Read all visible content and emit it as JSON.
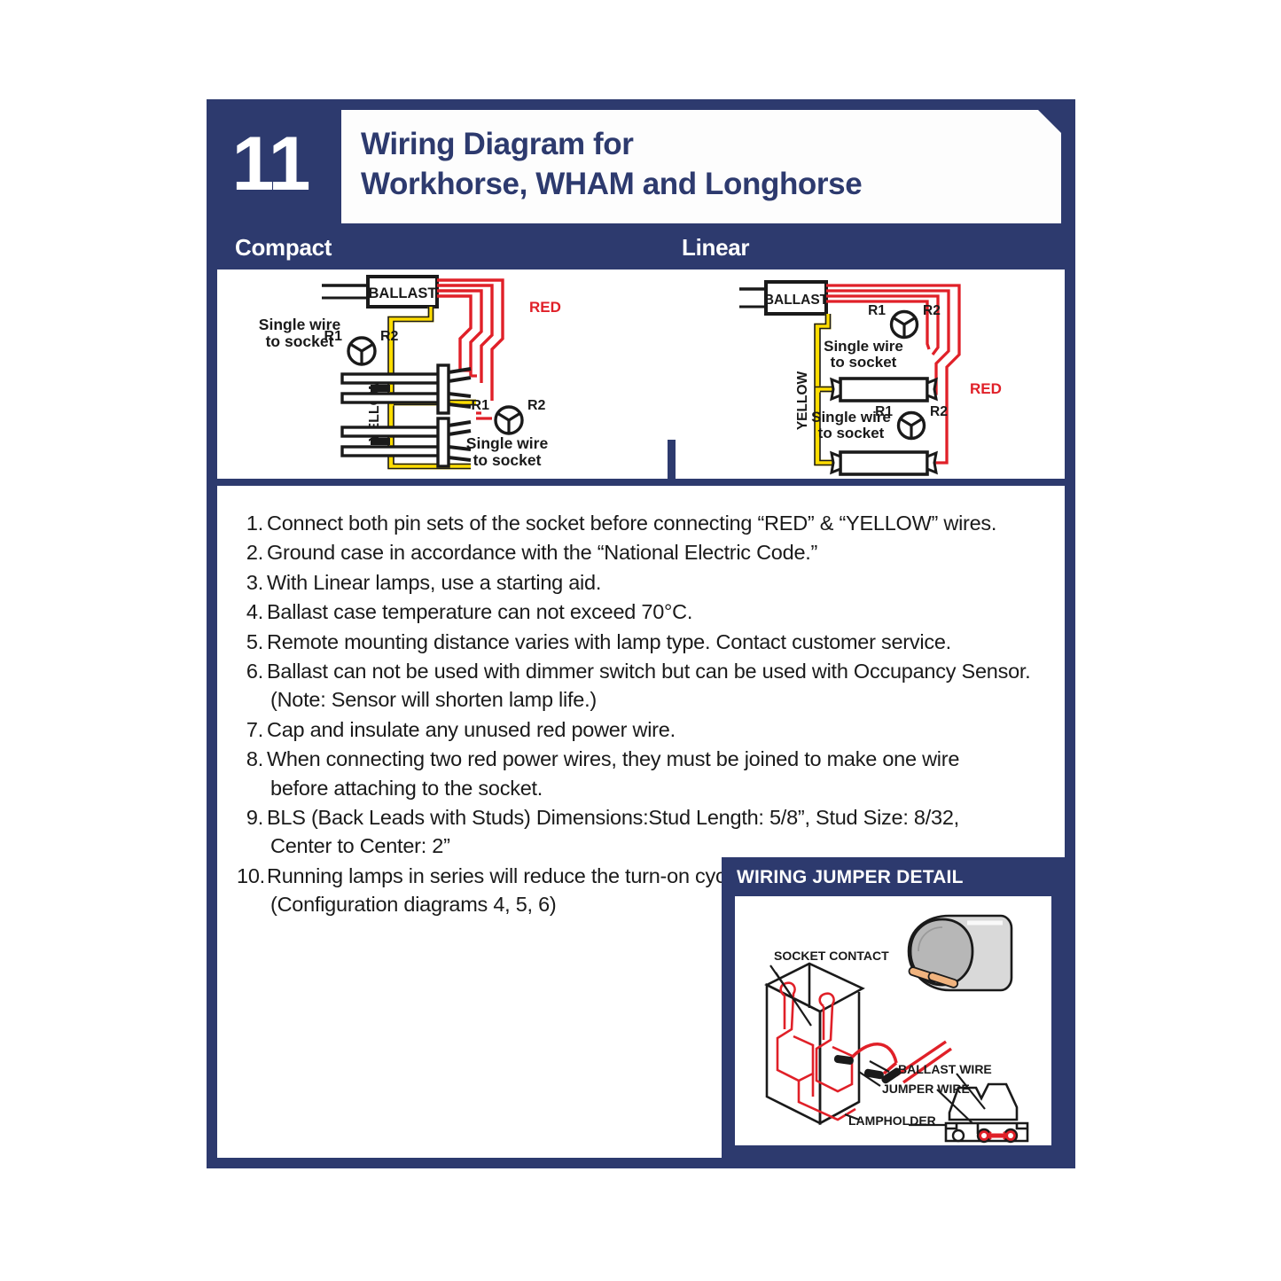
{
  "header": {
    "number": "11",
    "title_line1": "Wiring Diagram for",
    "title_line2": "Workhorse, WHAM and Longhorse"
  },
  "sections": {
    "compact_label": "Compact",
    "linear_label": "Linear"
  },
  "diagram_compact": {
    "ballast": "BALLAST",
    "red_label": "RED",
    "yellow_label": "YELLOW",
    "r1": "R1",
    "r2": "R2",
    "single_wire_1": "Single wire",
    "to_socket_1": "to socket",
    "single_wire_2": "Single wire",
    "to_socket_2": "to socket"
  },
  "diagram_linear": {
    "ballast": "BALLAST",
    "red_label": "RED",
    "yellow_label": "YELLOW",
    "r1": "R1",
    "r2": "R2",
    "single_wire_1": "Single wire",
    "to_socket_1": "to socket",
    "single_wire_2": "Single wire",
    "to_socket_2": "to socket"
  },
  "notes": [
    {
      "num": "1.",
      "text": "Connect both pin sets of the socket before connecting “RED” & “YELLOW” wires."
    },
    {
      "num": "2.",
      "text": "Ground case in accordance with the “National Electric Code.”"
    },
    {
      "num": "3.",
      "text": "With Linear lamps, use a starting aid."
    },
    {
      "num": "4.",
      "text": "Ballast case temperature can not exceed 70°C."
    },
    {
      "num": "5.",
      "text": "Remote mounting distance varies with lamp type. Contact customer service."
    },
    {
      "num": "6.",
      "text": "Ballast can not be used with dimmer switch but can be used with Occupancy Sensor.",
      "sub": "(Note: Sensor will shorten lamp life.)"
    },
    {
      "num": "7.",
      "text": "Cap and insulate any unused red power wire."
    },
    {
      "num": "8.",
      "text": "When connecting two red power wires, they must be joined to make one wire",
      "sub": "before attaching to the socket."
    },
    {
      "num": "9.",
      "text": "BLS (Back Leads with Studs) Dimensions:Stud Length: 5/8”, Stud Size: 8/32,",
      "sub": "Center to Center: 2”"
    },
    {
      "num": "10.",
      "text": "Running lamps in series will reduce the turn-on cycles of both lamps.",
      "sub": "(Configuration diagrams 4, 5, 6)"
    }
  ],
  "jumper_detail": {
    "heading": "WIRING JUMPER DETAIL",
    "socket_contact": "SOCKET CONTACT",
    "ballast_wire": "BALLAST WIRE",
    "jumper_wire": "JUMPER WIRE",
    "lampholder": "LAMPHOLDER"
  },
  "colors": {
    "navy": "#2d3a6e",
    "red": "#e02028",
    "yellow": "#ffdd00",
    "black": "#1a1a1a",
    "white": "#ffffff",
    "grey": "#b3b3b3"
  }
}
